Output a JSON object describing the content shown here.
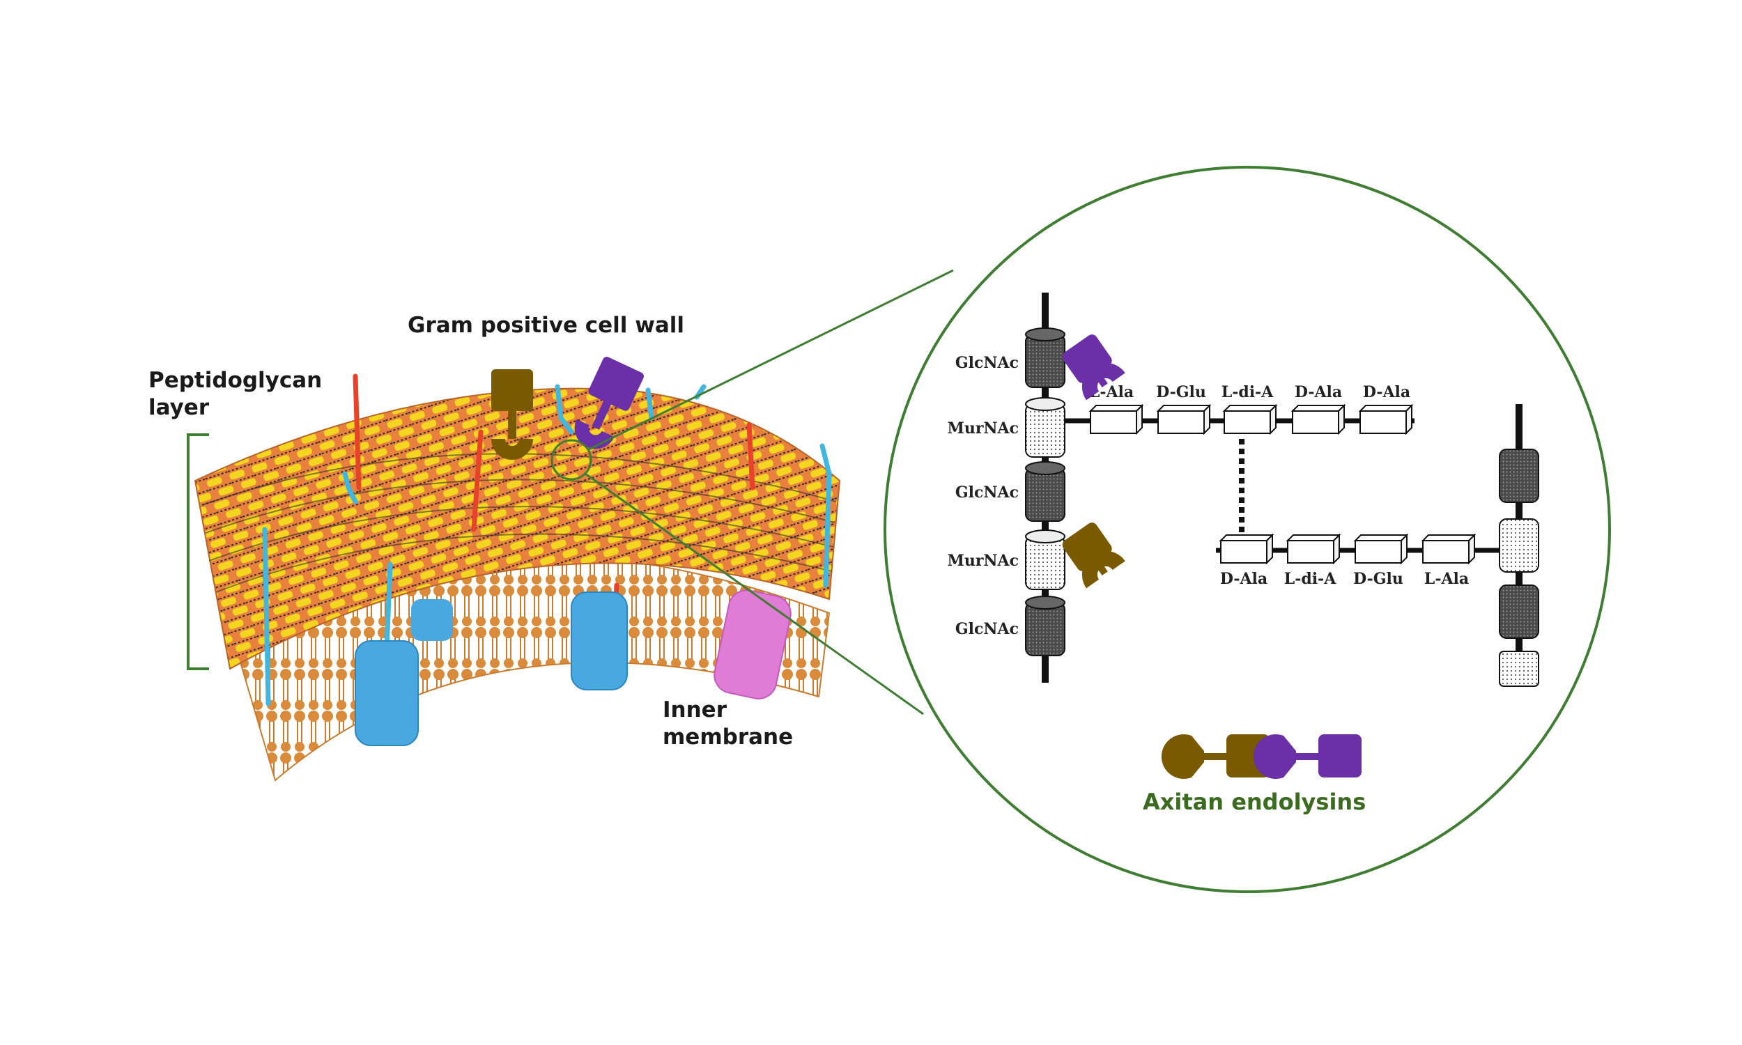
{
  "labels": {
    "title": "Gram positive cell wall",
    "peptidoglycan_line1": "Peptidoglycan",
    "peptidoglycan_line2": "layer",
    "inner_line1": "Inner",
    "inner_line2": "membrane",
    "endolysins": "Axitan endolysins"
  },
  "chain_left": [
    "GlcNAc",
    "MurNAc",
    "GlcNAc",
    "MurNAc",
    "GlcNAc"
  ],
  "peptide_top": [
    "L-Ala",
    "D-Glu",
    "L-di-A",
    "D-Ala",
    "D-Ala"
  ],
  "peptide_bottom": [
    "D-Ala",
    "L-di-A",
    "D-Glu",
    "L-Ala"
  ],
  "colors": {
    "circle": "#3f7d33",
    "endolysin_brown": "#7a5a00",
    "endolysin_purple": "#6b2fa8",
    "label_green": "#3a6b1f",
    "lipid": "#d98a3a",
    "protein_blue": "#4aa8e0",
    "protein_pink": "#e07bd6",
    "pg_yellow": "#f2d11e",
    "pg_orange": "#e07a3a"
  },
  "icons": [
    "brown-endolysin-icon",
    "purple-endolysin-icon"
  ]
}
